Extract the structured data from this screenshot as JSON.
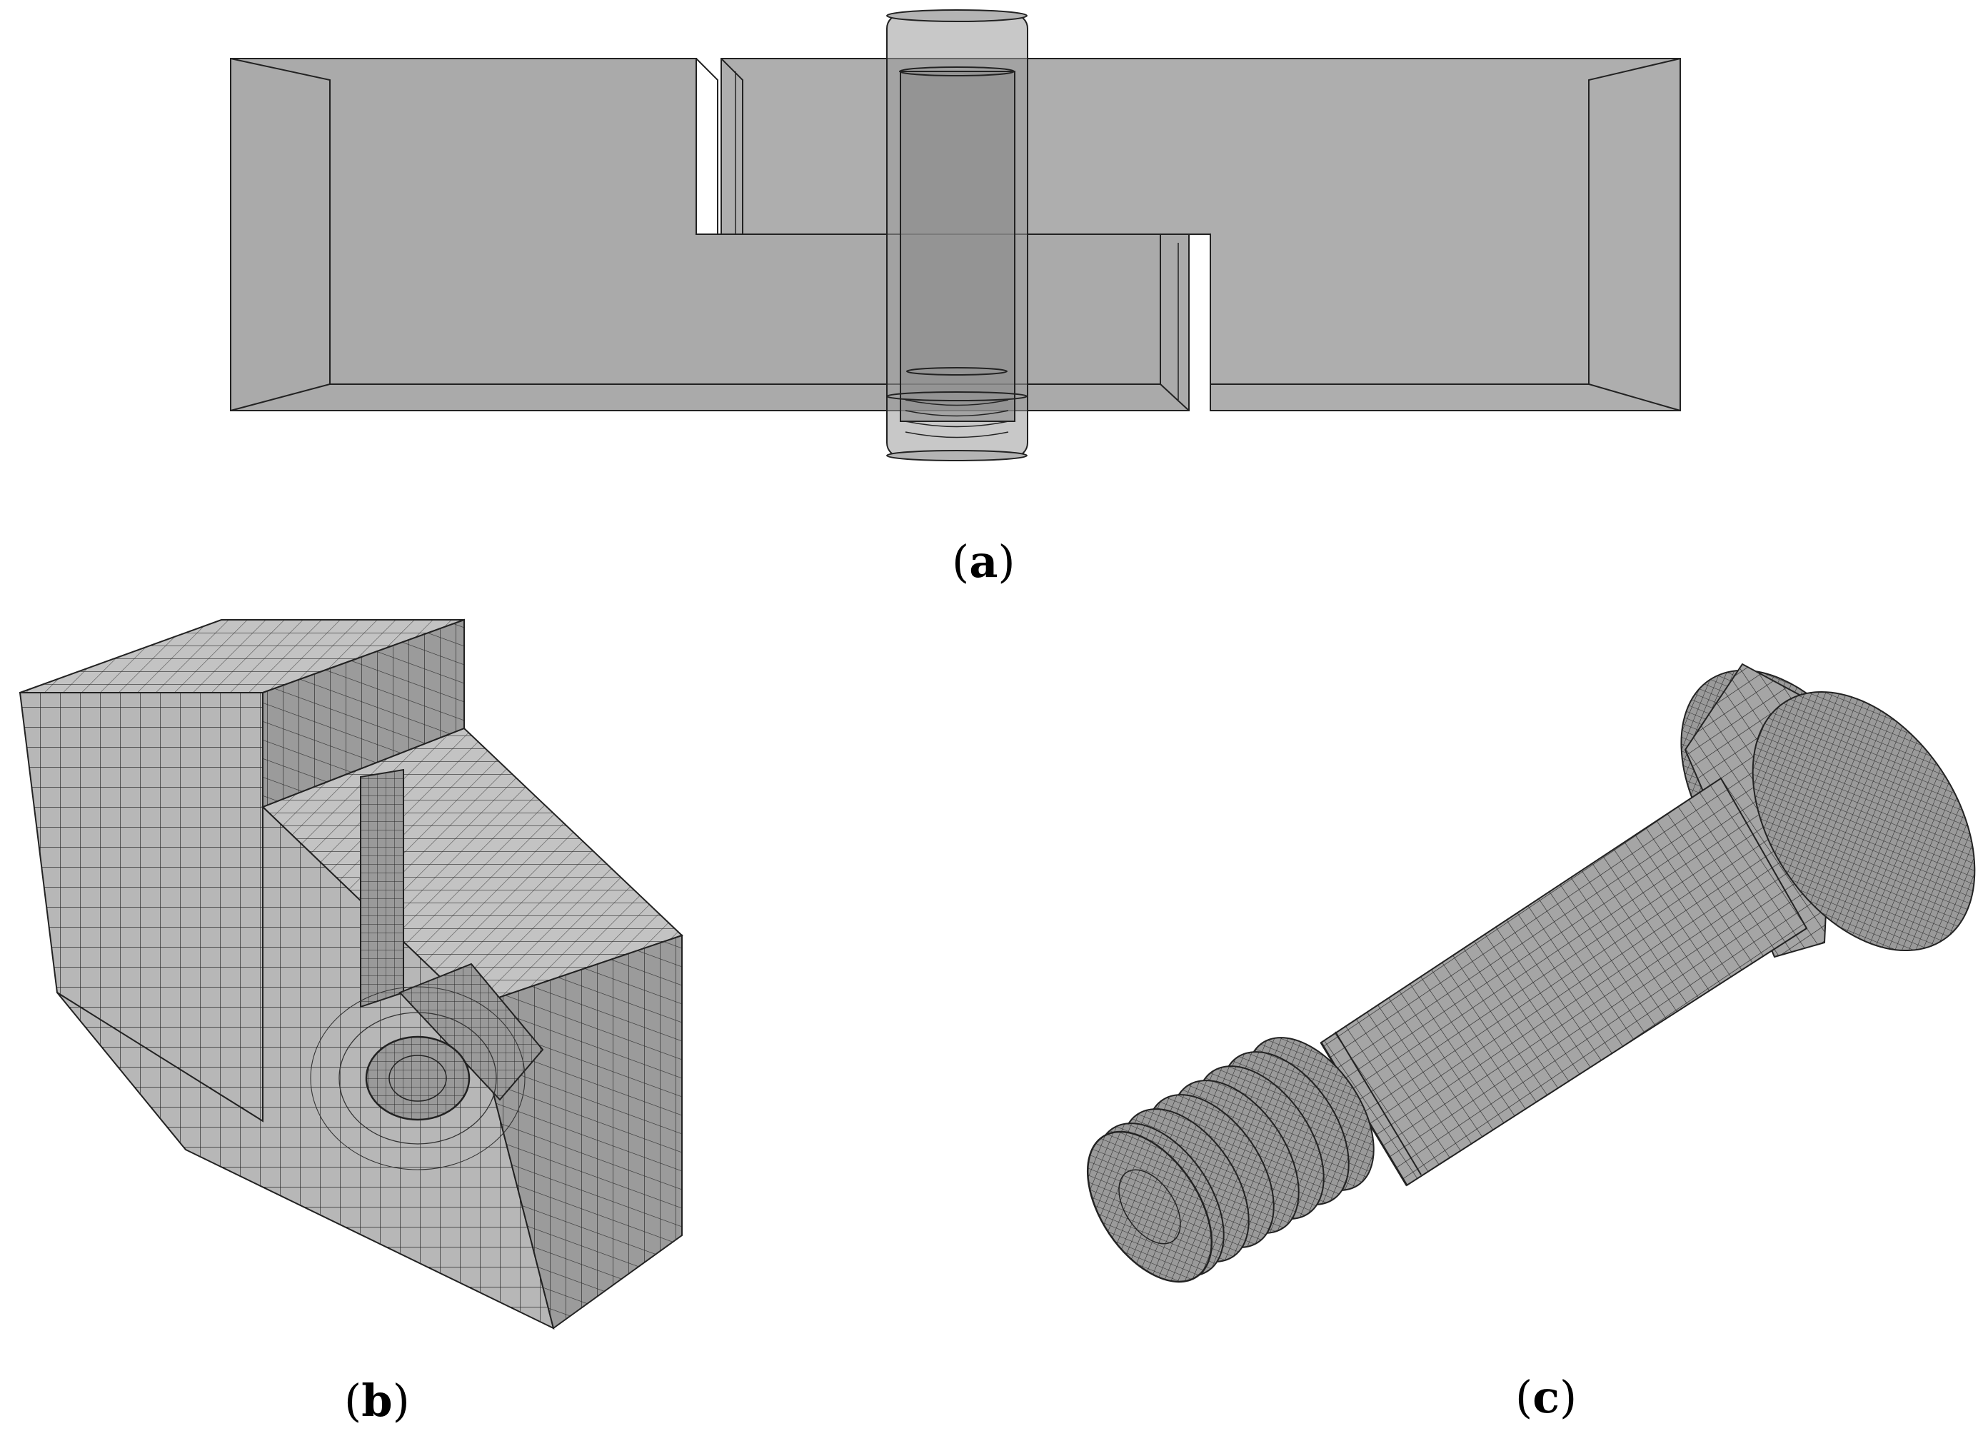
{
  "figure": {
    "panels": [
      {
        "id": "a",
        "caption_open": "(",
        "caption_letter": "a",
        "caption_close": ")"
      },
      {
        "id": "b",
        "caption_open": "(",
        "caption_letter": "b",
        "caption_close": ")"
      },
      {
        "id": "c",
        "caption_open": "(",
        "caption_letter": "c",
        "caption_close": ")"
      }
    ]
  },
  "colors": {
    "body_fill": "#aaaaaa",
    "mesh_face_light": "#b9b9b9",
    "mesh_face_mid": "#a2a2a2",
    "mesh_face_dark": "#8c8c8c",
    "edge": "#222222"
  },
  "icons": {
    "panel_a": "single-lap-bolted-joint-transparent-view",
    "panel_b": "meshed-plate-with-hole-section",
    "panel_c": "meshed-threaded-bolt"
  }
}
